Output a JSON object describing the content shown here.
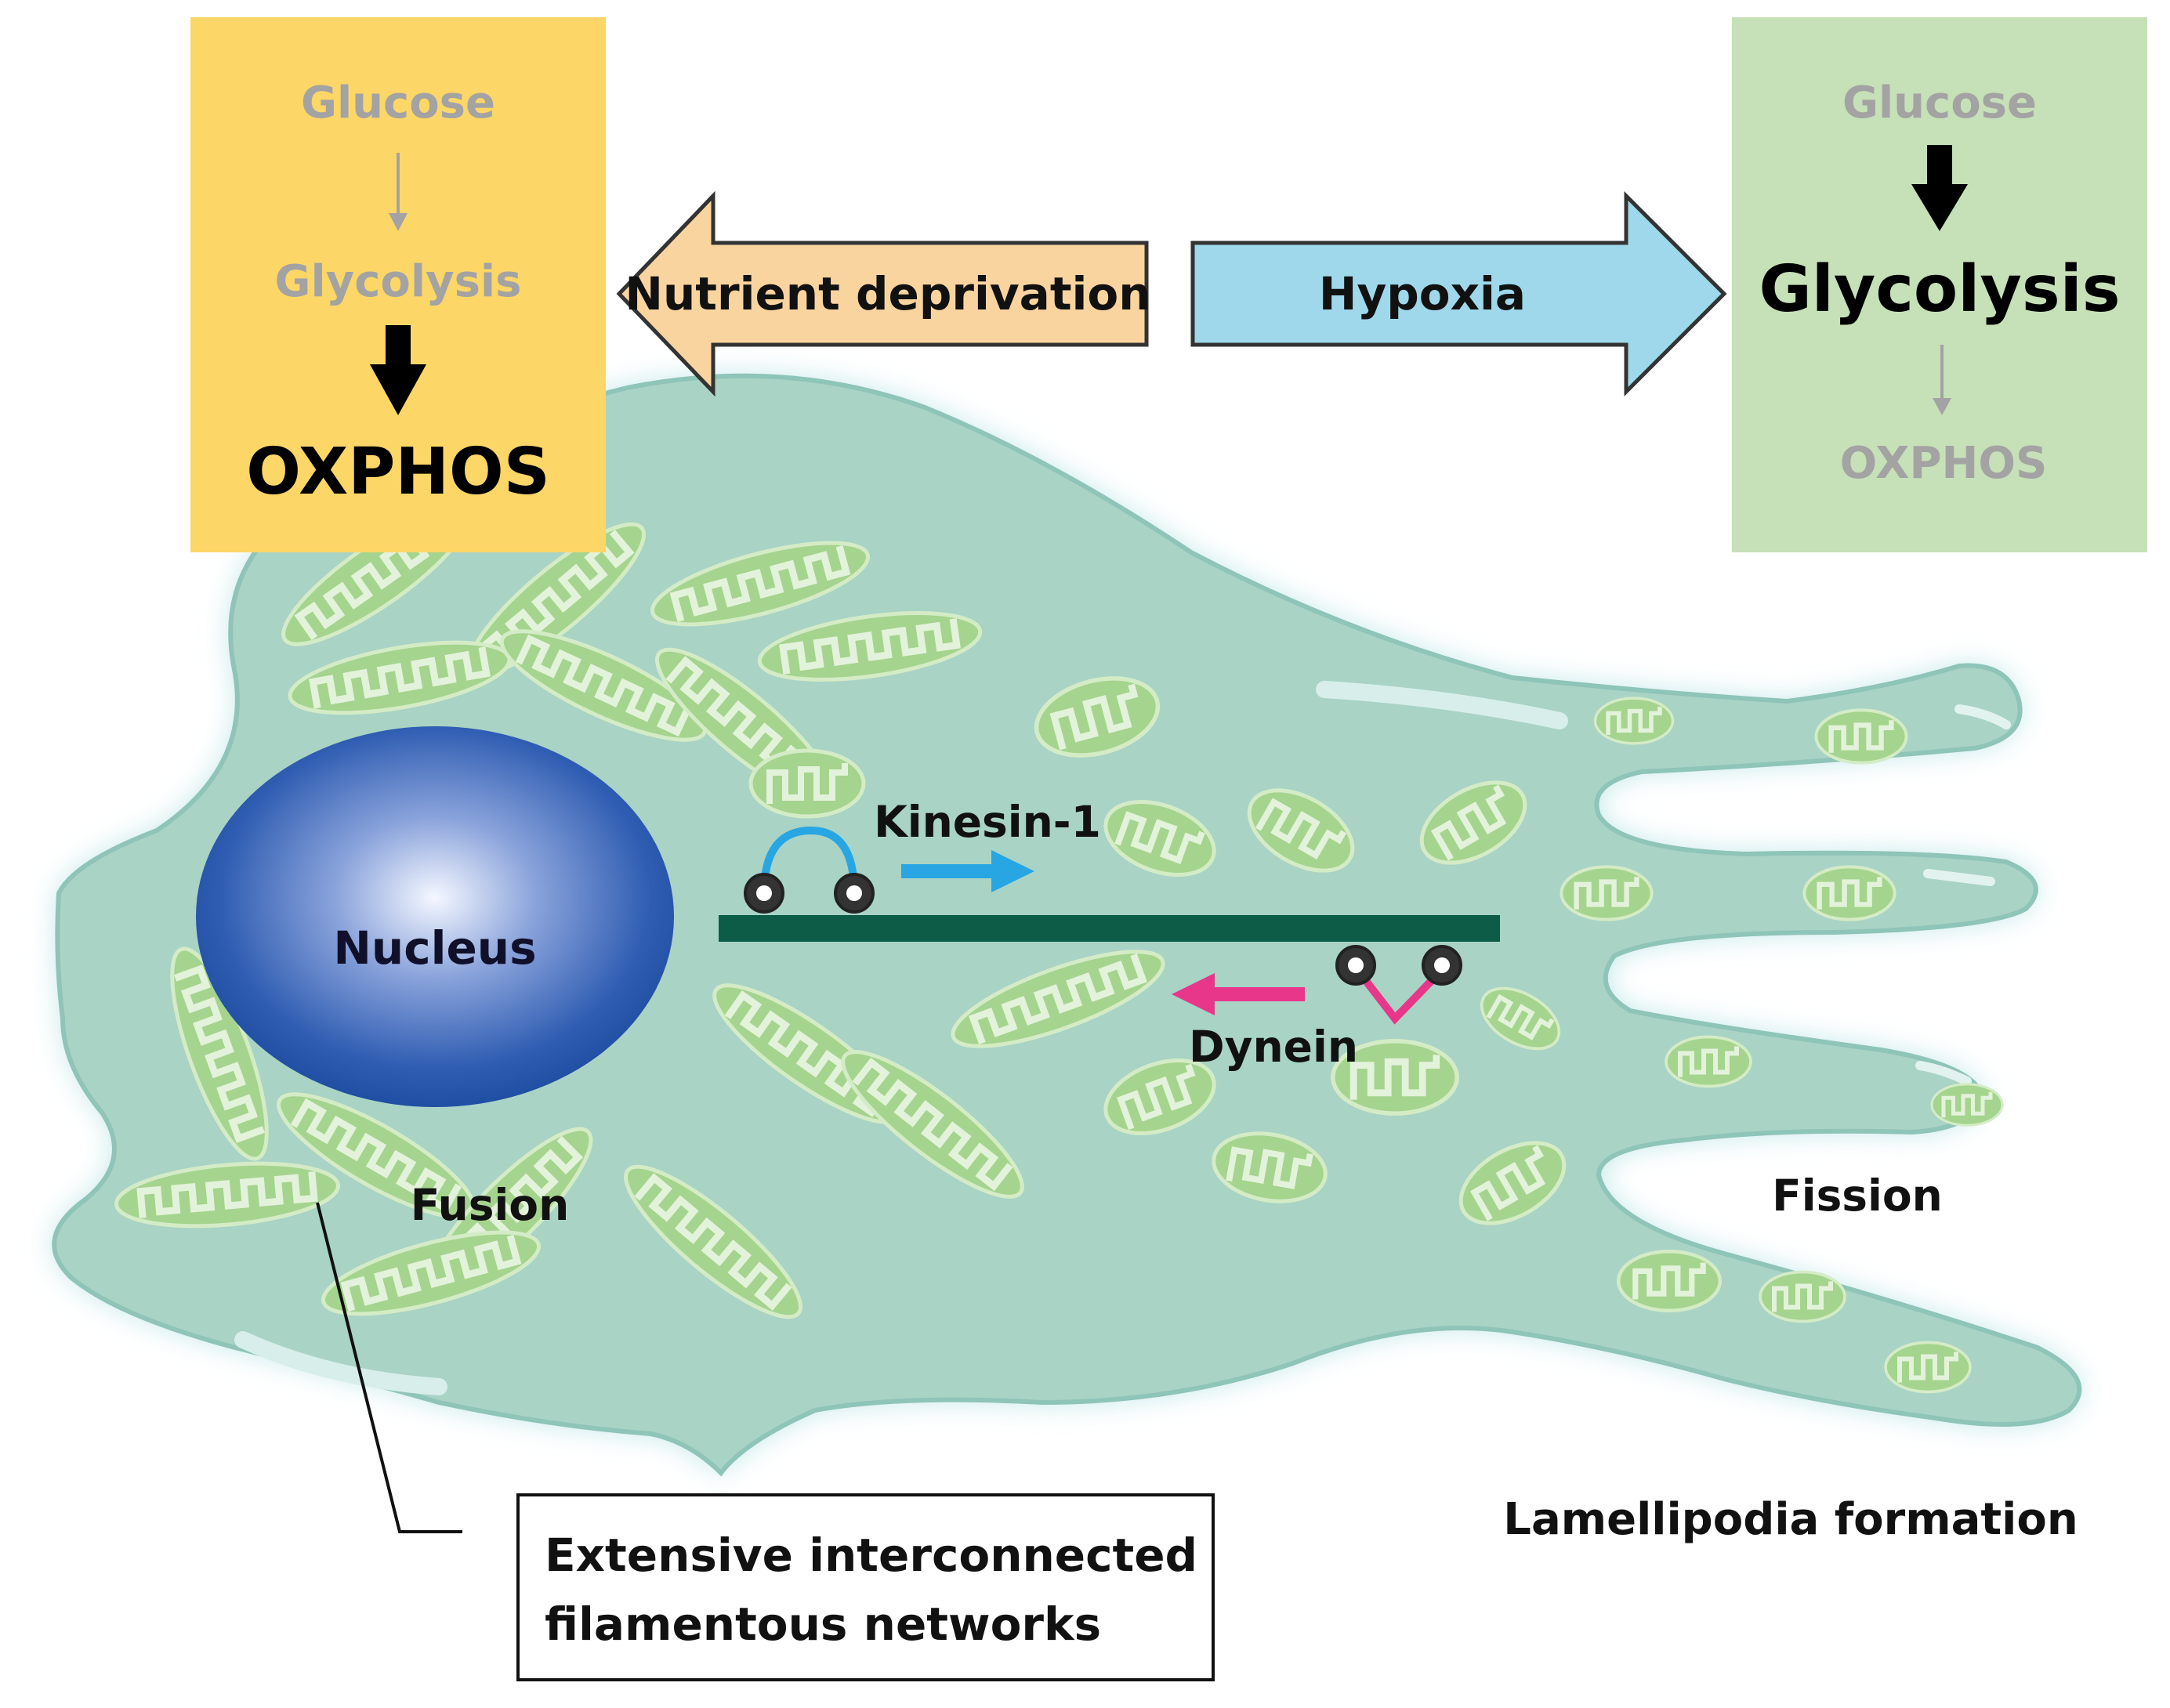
{
  "left_box": {
    "glucose": "Glucose",
    "glycolysis": "Glycolysis",
    "oxphos": "OXPHOS",
    "color": "#fcd667"
  },
  "right_box": {
    "glucose": "Glucose",
    "glycolysis": "Glycolysis",
    "oxphos": "OXPHOS",
    "color": "#c6e0b7"
  },
  "arrows": {
    "nutrient_deprivation": "Nutrient deprivation",
    "nutrient_color": "#fad49f",
    "hypoxia": "Hypoxia",
    "hypoxia_color": "#9ed8ea"
  },
  "cell": {
    "nucleus": "Nucleus",
    "kinesin": "Kinesin-1",
    "dynein": "Dynein",
    "fusion": "Fusion",
    "fission": "Fission",
    "cell_color": "#a9d3c5",
    "microtubule_color": "#0d5c48",
    "kinesin_color": "#27a6e3",
    "dynein_color": "#e8378a",
    "mito_color": "#a5d48e"
  },
  "lamellipodia": "Lamellipodia formation",
  "callout": {
    "line1": "Extensive interconnected",
    "line2": "filamentous networks"
  }
}
